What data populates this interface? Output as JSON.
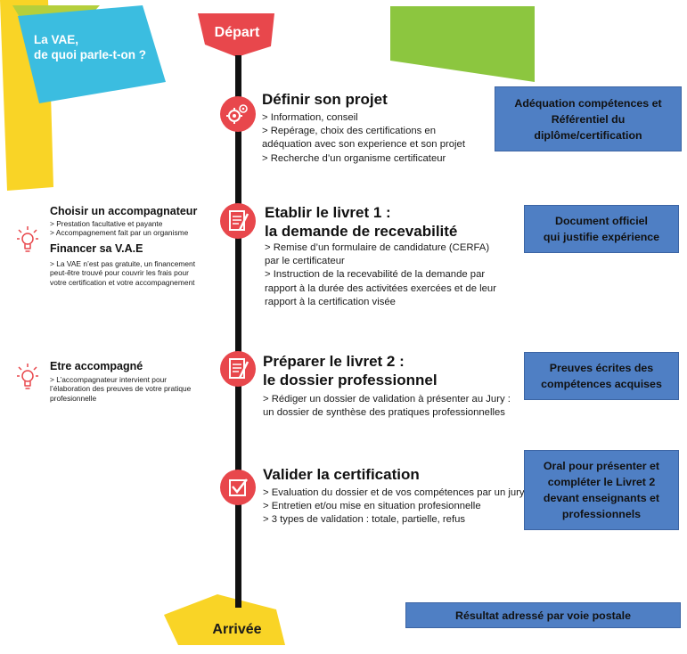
{
  "intro": {
    "line1": "La VAE,",
    "line2": "de quoi parle-t-on ?"
  },
  "start_label": "Départ",
  "end_label": "Arrivée",
  "colors": {
    "accent_red": "#e8474c",
    "blue_box": "#4f7fc4",
    "yellow": "#f9d426",
    "cyan": "#3bbde0",
    "green": "#8cc63f",
    "timeline": "#111111"
  },
  "steps": [
    {
      "icon": "gears-icon",
      "title": [
        "Définir son projet"
      ],
      "lines": [
        "> Information, conseil",
        "> Repérage, choix des certifications en",
        "adéquation avec son experience et son projet",
        "> Recherche d’un organisme certificateur"
      ]
    },
    {
      "icon": "document-icon",
      "title": [
        "Etablir le livret 1 :",
        "la demande de recevabilité"
      ],
      "lines": [
        "> Remise d’un formulaire de candidature (CERFA)",
        "par le certificateur",
        "> Instruction de la recevabilité de la demande par",
        "rapport à la durée des activitées exercées et de leur",
        "rapport à la certification visée"
      ]
    },
    {
      "icon": "document-icon",
      "title": [
        "Préparer le livret 2 :",
        "le dossier professionnel"
      ],
      "lines": [
        "> Rédiger un dossier de validation à présenter au Jury :",
        "un dossier de synthèse des pratiques professionnelles"
      ]
    },
    {
      "icon": "checkbox-icon",
      "title": [
        "Valider la certification"
      ],
      "lines": [
        "> Evaluation du dossier et de vos compétences par un jury",
        "> Entretien et/ou mise en situation profesionnelle",
        "> 3 types de validation : totale, partielle, refus"
      ]
    }
  ],
  "boxes": [
    [
      "Adéquation compétences et",
      "Référentiel du",
      "diplôme/certification"
    ],
    [
      "Document officiel",
      "qui justifie expérience"
    ],
    [
      "Preuves écrites des",
      "compétences acquises"
    ],
    [
      "Oral pour présenter et",
      "compléter le Livret 2",
      "devant enseignants et",
      "professionnels"
    ],
    [
      "Résultat adressé par voie postale"
    ]
  ],
  "side_notes": [
    {
      "title": "Choisir un accompagnateur",
      "lines": [
        "> Prestation facultative et payante",
        "> Accompagnement fait par un organisme"
      ]
    },
    {
      "title": "Financer sa V.A.E",
      "lines": [
        "> La VAE n’est pas gratuite, un financement",
        "peut-être trouvé pour couvrir les frais pour",
        "votre certification et votre accompagnement"
      ]
    },
    {
      "title": "Etre accompagné",
      "lines": [
        "> L’accompagnateur intervient pour",
        "l’élaboration des preuves de votre pratique",
        "profesionnelle"
      ]
    }
  ]
}
